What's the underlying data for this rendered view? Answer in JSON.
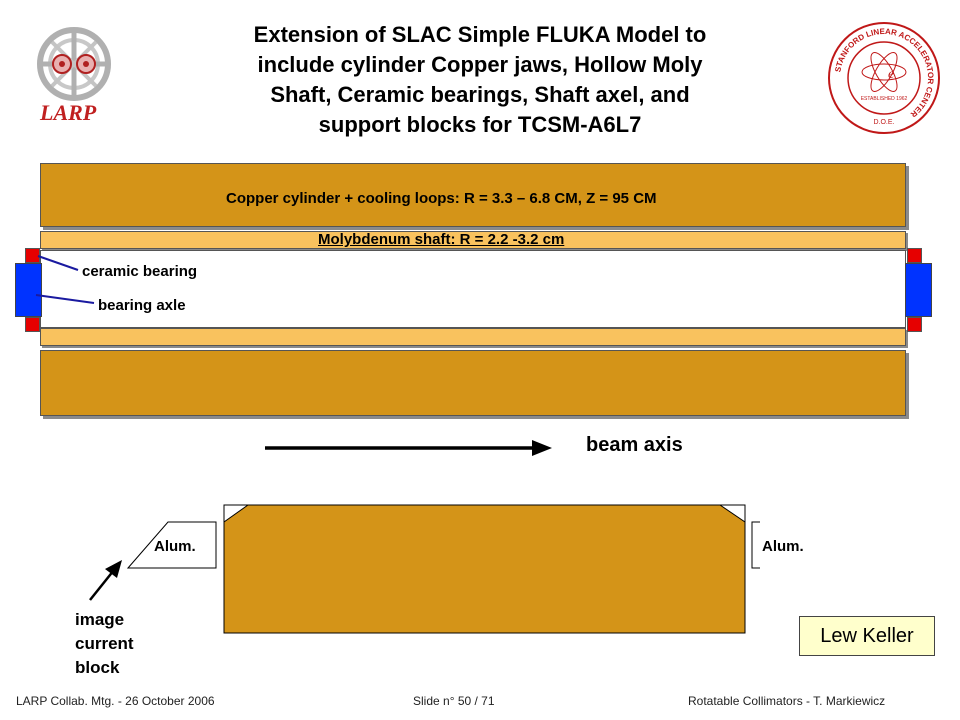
{
  "slide": {
    "title_lines": [
      "Extension of SLAC Simple FLUKA Model to",
      "include cylinder Copper jaws, Hollow Moly",
      "Shaft, Ceramic bearings, Shaft axel, and",
      "support blocks for TCSM-A6L7"
    ],
    "logo_left_text": "LARP",
    "seal_text": "STANFORD LINEAR ACCELERATOR CENTER",
    "seal_established": "ESTABLISHED 1962",
    "seal_doe": "D.O.E.",
    "seal_symbol": "e"
  },
  "diagram": {
    "copper_label": "Copper cylinder + cooling loops: R = 3.3 – 6.8 CM, Z = 95 CM",
    "moly_label": "Molybdenum shaft: R = 2.2 -3.2 cm",
    "ceramic_label": "ceramic bearing",
    "axle_label": "bearing axle",
    "beam_label": "beam axis",
    "alum_left": "Alum.",
    "alum_right": "Alum.",
    "image_block_lines": [
      "image",
      "current",
      "block"
    ]
  },
  "credit": "Lew Keller",
  "footer": {
    "left": "LARP Collab. Mtg.  - 26 October 2006",
    "center": "Slide n° 50 / 71",
    "right": "Rotatable Collimators - T. Markiewicz"
  },
  "colors": {
    "copper": "#d49418",
    "molybdenum": "#f9c25e",
    "bearing": "#e60000",
    "axle": "#0033ff",
    "credit_box": "#ffffcc"
  }
}
